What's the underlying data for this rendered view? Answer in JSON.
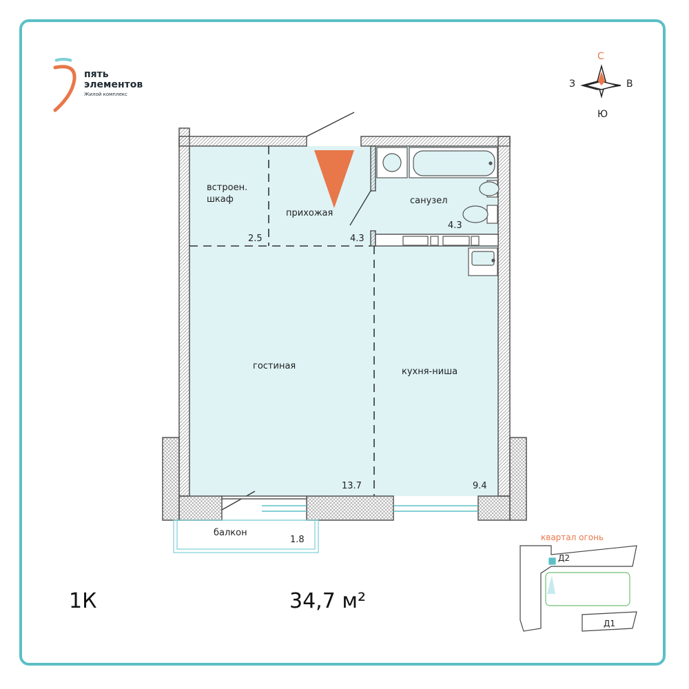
{
  "brand": {
    "line1": "пять",
    "line2": "элементов",
    "sub": "Жилой комплекс",
    "accent": "#e8774a",
    "accent2": "#7ccfd6"
  },
  "compass": {
    "n": "С",
    "s": "Ю",
    "w": "З",
    "e": "В"
  },
  "rooms": {
    "closet_l1": "встроен.",
    "closet_l2": "шкаф",
    "closet_area": "2.5",
    "hall": "прихожая",
    "hall_area": "4.3",
    "bath": "санузел",
    "bath_area": "4.3",
    "living": "гостиная",
    "living_area": "13.7",
    "kitchen": "кухня-ниша",
    "kitchen_area": "9.4",
    "balcony": "балкон",
    "balcony_area": "1.8"
  },
  "apartment": {
    "type": "1К",
    "total_area": "34,7 м²"
  },
  "site_plan": {
    "title": "квартал огонь",
    "building_current": "Д2",
    "building_other": "Д1"
  },
  "colors": {
    "frame": "#5bbfc6",
    "room_fill": "#dff3f5",
    "wall": "#555555"
  }
}
